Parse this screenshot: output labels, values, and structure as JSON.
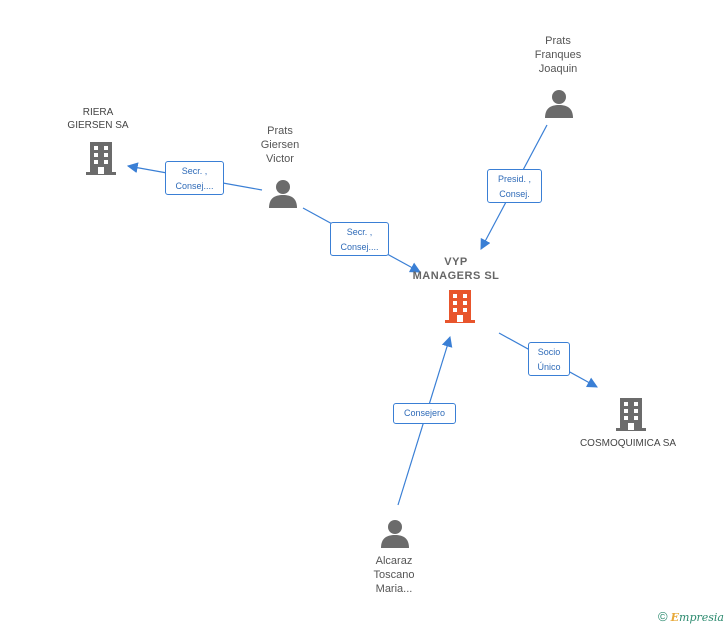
{
  "colors": {
    "edge": "#3a7fd5",
    "person_icon": "#6b6b6b",
    "company_icon": "#6b6b6b",
    "focus_icon": "#e8552c"
  },
  "nodes": {
    "focus": {
      "line1": "VYP",
      "line2": "MANAGERS SL"
    },
    "riera": {
      "line1": "RIERA",
      "line2": "GIERSEN SA"
    },
    "cosmo": {
      "line1": "COSMOQUIMICA SA"
    },
    "prats_victor": {
      "line1": "Prats",
      "line2": "Giersen",
      "line3": "Victor"
    },
    "prats_joaquin": {
      "line1": "Prats",
      "line2": "Franques",
      "line3": "Joaquin"
    },
    "alcaraz": {
      "line1": "Alcaraz",
      "line2": "Toscano",
      "line3": "Maria..."
    }
  },
  "roles": {
    "victor_riera": {
      "line1": "Secr. ,",
      "line2": "Consej...."
    },
    "victor_vyp": {
      "line1": "Secr. ,",
      "line2": "Consej...."
    },
    "joaquin_vyp": {
      "line1": "Presid. ,",
      "line2": "Consej."
    },
    "vyp_cosmo": {
      "line1": "Socio",
      "line2": "Único"
    },
    "alcaraz_vyp": {
      "line1": "Consejero"
    }
  },
  "brand": {
    "copyright": "©",
    "initial": "E",
    "rest": "mpresia"
  }
}
